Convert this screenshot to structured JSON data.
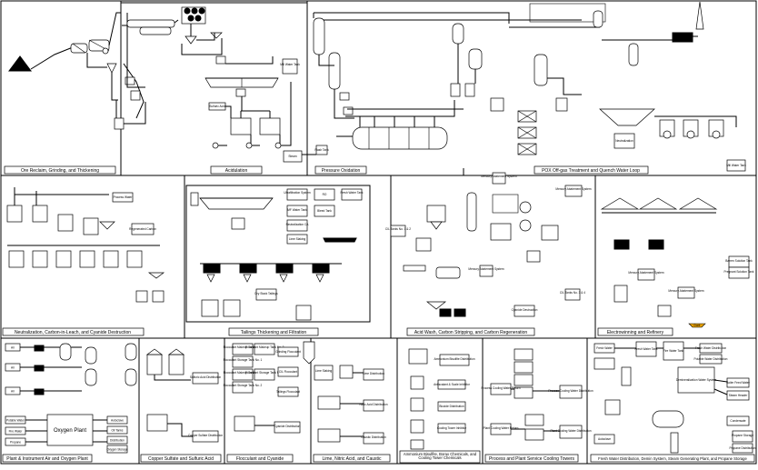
{
  "sections": {
    "ore": "Ore Reclaim, Grinding, and Thickening",
    "acidulation": "Acidulation",
    "pox": "Pressure Oxidation",
    "offgas": "POX Off-gas Treatment and Quench Water Loop",
    "neutralization": "Neutralization, Carbon-in-Leach, and Cyanide Destruction",
    "tailings": "Tailings Thickening and Filtration",
    "acidwash": "Acid Wash, Carbon Stripping, and Carbon Regeneration",
    "electro": "Electrowinning and Refinery",
    "plantair": "Plant & Instrument Air and Oxygen Plant",
    "copper": "Copper Sulfate and Sulfuric Acid",
    "flocculant": "Flocculant and Cyanide",
    "lime": "Lime, Nitric Acid, and Caustic",
    "ammonium": "Ammonium Bisulfite, Borax Chemicals, and Cooling Tower Chemicals",
    "cooling": "Process and Plant Service Cooling Towers",
    "freshwater": "Fresh Water Distribution, Demin System, Steam Generating Plant, and Propane Storage"
  },
  "labels": {
    "mill_water_tank": "Mill Water Tank",
    "sulfuric_acid": "Sulfuric Acid",
    "steam": "Steam",
    "flash_tank": "Flash Tank",
    "mill_water_tank_2": "Mill Water Tank",
    "neutralization": "Neutralization",
    "process_water": "Process Water",
    "regenerated_carbon": "Regenerated Carbon",
    "ultrafiltration": "Ultrafiltration System",
    "ro": "RO",
    "fresh_water_tank": "Fresh Water Tank",
    "mf_water_tank": "MF Water Tank",
    "bleed_tank": "Bleed Tank",
    "neutralization_ca": "Neutralization CA",
    "lime_slaking": "Lime Slaking",
    "dry_stack": "Dry Stack Tailings",
    "mercury_abatement_1": "Mercury Abatement System",
    "mercury_abatement_2": "Mercury Abatement System",
    "mercury_abatement_3": "Mercury Abatement System",
    "mercury_abatement_4": "Mercury Abatement System",
    "mercury_abatement_5": "Mercury Abatement System",
    "cil_tanks_1": "CIL Tanks No. 1 & 2",
    "cil_tanks_2": "CIL Tanks No. 3 & 4",
    "cyanide_destruction": "Cyanide Destruction",
    "barren_solution": "Barren Solution Tank",
    "pregnant_solution": "Pregnant Solution Tank",
    "dore": "Doré",
    "air_1": "Air",
    "air_2": "Air",
    "air_3": "Air",
    "potable_water": "Potable Water",
    "fire_water": "Fire Water",
    "propane": "Propane",
    "oxygen_plant": "Oxygen Plant",
    "autoclave": "Autoclave",
    "oil_tanks": "Oil Tanks",
    "distribution": "Distribution",
    "oxygen_storage": "Oxygen Storage",
    "sulfuric_acid_distribution": "Sulfuric Acid Distribution",
    "copper_sulfate_distribution": "Copper Sulfate Distribution",
    "floc_1": "Flocculant Makeup Tank No. 1",
    "floc_2": "Flocculant Storage Tank No. 1",
    "floc_3": "Flocculant Makeup Tank No. 2",
    "floc_4": "Flocculant Storage Tank No. 2",
    "floc_5": "Flocculant Makeup Tank No. 3",
    "floc_6": "Flocculant Storage Tank No. 3",
    "thickening_floc": "Grinding Flocculant",
    "cil_floc": "CIL Flocculant",
    "tailings_floc": "Tailings Flocculant",
    "cyanide_distribution": "Cyanide Distribution",
    "lime_slaking_2": "Lime Slaking",
    "lime_distribution": "Lime Distribution",
    "nitric_acid": "Nitric Acid Distribution",
    "caustic_distribution": "Caustic Distribution",
    "ammonium_bisulfite": "Ammonium Bisulfite Distribution",
    "antiscalant_1": "Antiscalant & Scale Inhibitor",
    "antiscalant_2": "Biocide Distribution",
    "antiscalant_3": "Cooling Tower Inhibitor",
    "process_cooling_return": "Process Cooling Water Return",
    "process_cooling_dist": "Process Cooling Water Distribution",
    "plant_cooling_return": "Plant Cooling Water Return",
    "plant_cooling_dist": "Plant Cooling Water Distribution",
    "fresh_water": "Fresh Water",
    "fresh_water_tank_2": "Fresh Water Tank",
    "fresh_water_dist": "Fresh Water Distribution",
    "fire_water_tank": "Fire Water Tank",
    "potable_water_2": "Potable Water Distribution",
    "demin_plant": "Demineralization Water System",
    "boiler": "Boiler Feed Water",
    "steam_header": "Steam Header",
    "condensate": "Condensate",
    "propane_tank": "Propane Storage",
    "propane_dist": "Propane Distribution",
    "autoclave_2": "Autoclave"
  }
}
